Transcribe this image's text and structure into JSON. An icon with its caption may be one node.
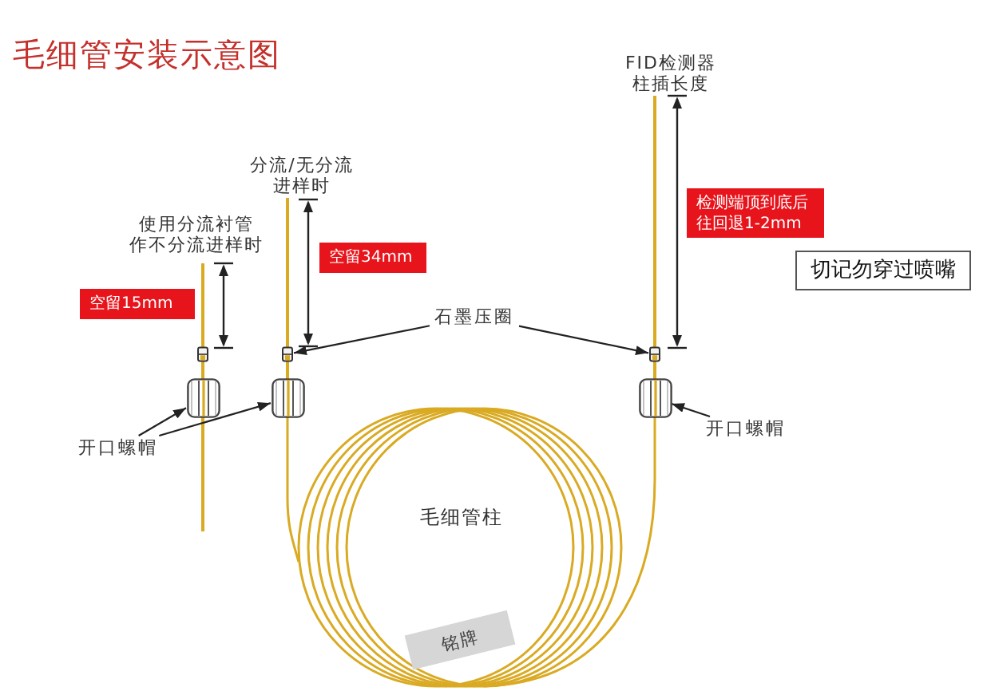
{
  "diagram": {
    "title": "毛细管安装示意图",
    "nodes": [
      {
        "text": [
          "空留15mm"
        ]
      },
      {
        "text": [
          "空留34mm"
        ]
      },
      {
        "text": [
          "检测端顶到底后往回退1-2mm"
        ]
      },
      {
        "text": [
          "切记勿穿过喷嘴"
        ]
      },
      {
        "text": [
          "石墨压圈"
        ]
      },
      {
        "text": [],
        "shape": "box"
      },
      {
        "text": [],
        "shape": "box"
      },
      {
        "text": [
          "开口螺帽"
        ]
      },
      {
        "text": [],
        "shape": "cylinder"
      },
      {
        "text": [],
        "shape": "cylinder"
      },
      {
        "text": [
          "开口螺帽"
        ]
      },
      {
        "text": [],
        "shape": "cylinder"
      },
      {
        "text": [
          "铭牌"
        ]
      }
    ],
    "edges": [
      {
        "from": 4,
        "to": 5,
        "arrow": "to"
      },
      {
        "from": 4,
        "to": 6,
        "arrow": "to"
      },
      {
        "from": 7,
        "to": 8,
        "arrow": "to"
      },
      {
        "from": 7,
        "to": 9,
        "arrow": "to"
      },
      {
        "from": 10,
        "to": 11,
        "arrow": "to"
      }
    ],
    "labels": [
      "使用分流衬管作不分流进样时",
      "分流/无分流进样时",
      "FID检测器柱插长度",
      "毛细管柱"
    ]
  }
}
